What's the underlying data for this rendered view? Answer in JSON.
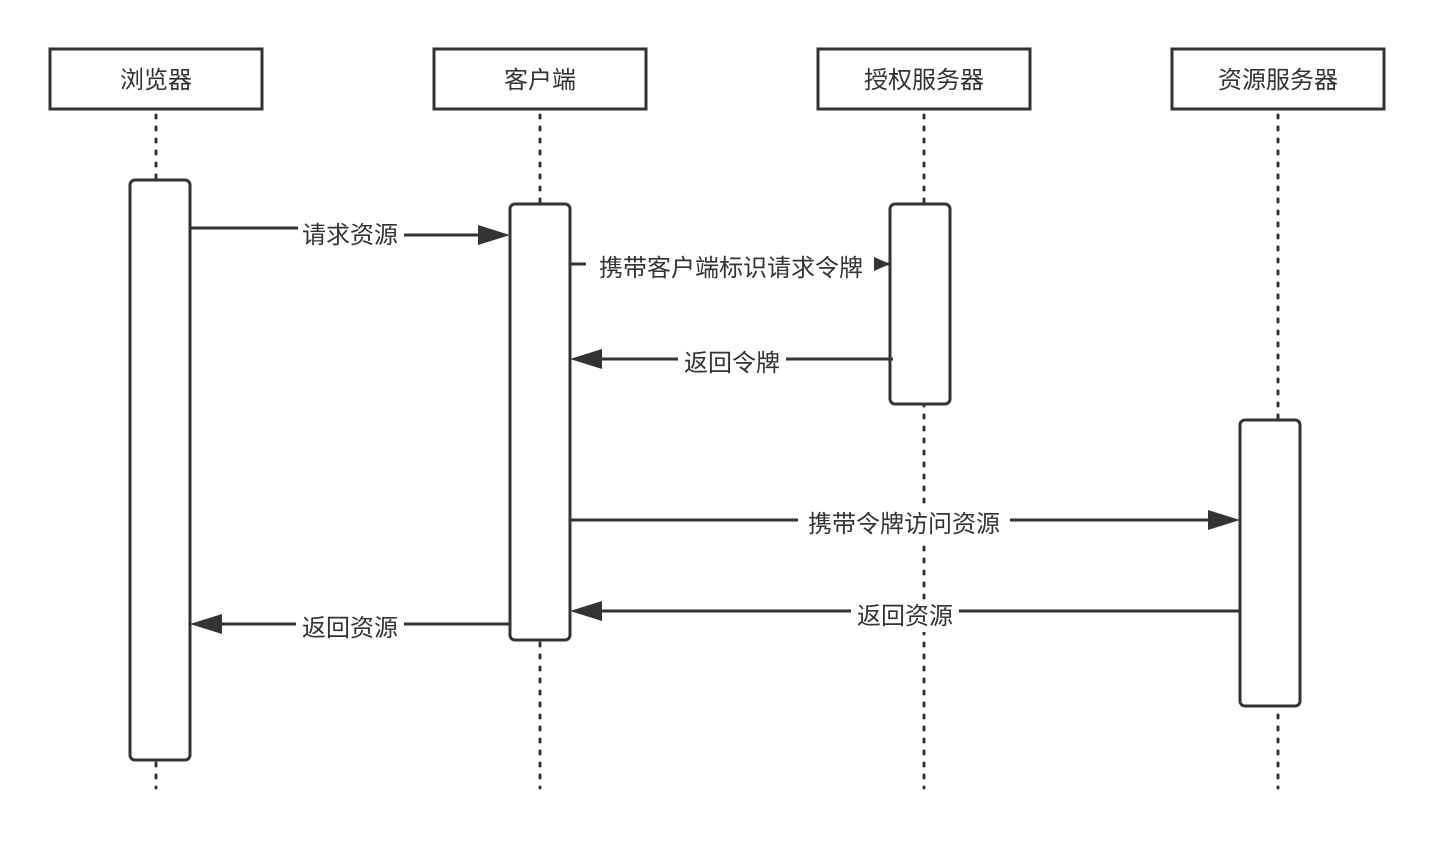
{
  "diagram": {
    "type": "sequence",
    "participants": [
      {
        "id": "browser",
        "label": "浏览器"
      },
      {
        "id": "client",
        "label": "客户端"
      },
      {
        "id": "auth",
        "label": "授权服务器"
      },
      {
        "id": "resource",
        "label": "资源服务器"
      }
    ],
    "messages": [
      {
        "from": "browser",
        "to": "client",
        "label": "请求资源"
      },
      {
        "from": "client",
        "to": "auth",
        "label": "携带客户端标识请求令牌"
      },
      {
        "from": "auth",
        "to": "client",
        "label": "返回令牌"
      },
      {
        "from": "client",
        "to": "resource",
        "label": "携带令牌访问资源"
      },
      {
        "from": "resource",
        "to": "client",
        "label": "返回资源"
      },
      {
        "from": "client",
        "to": "browser",
        "label": "返回资源"
      }
    ]
  }
}
